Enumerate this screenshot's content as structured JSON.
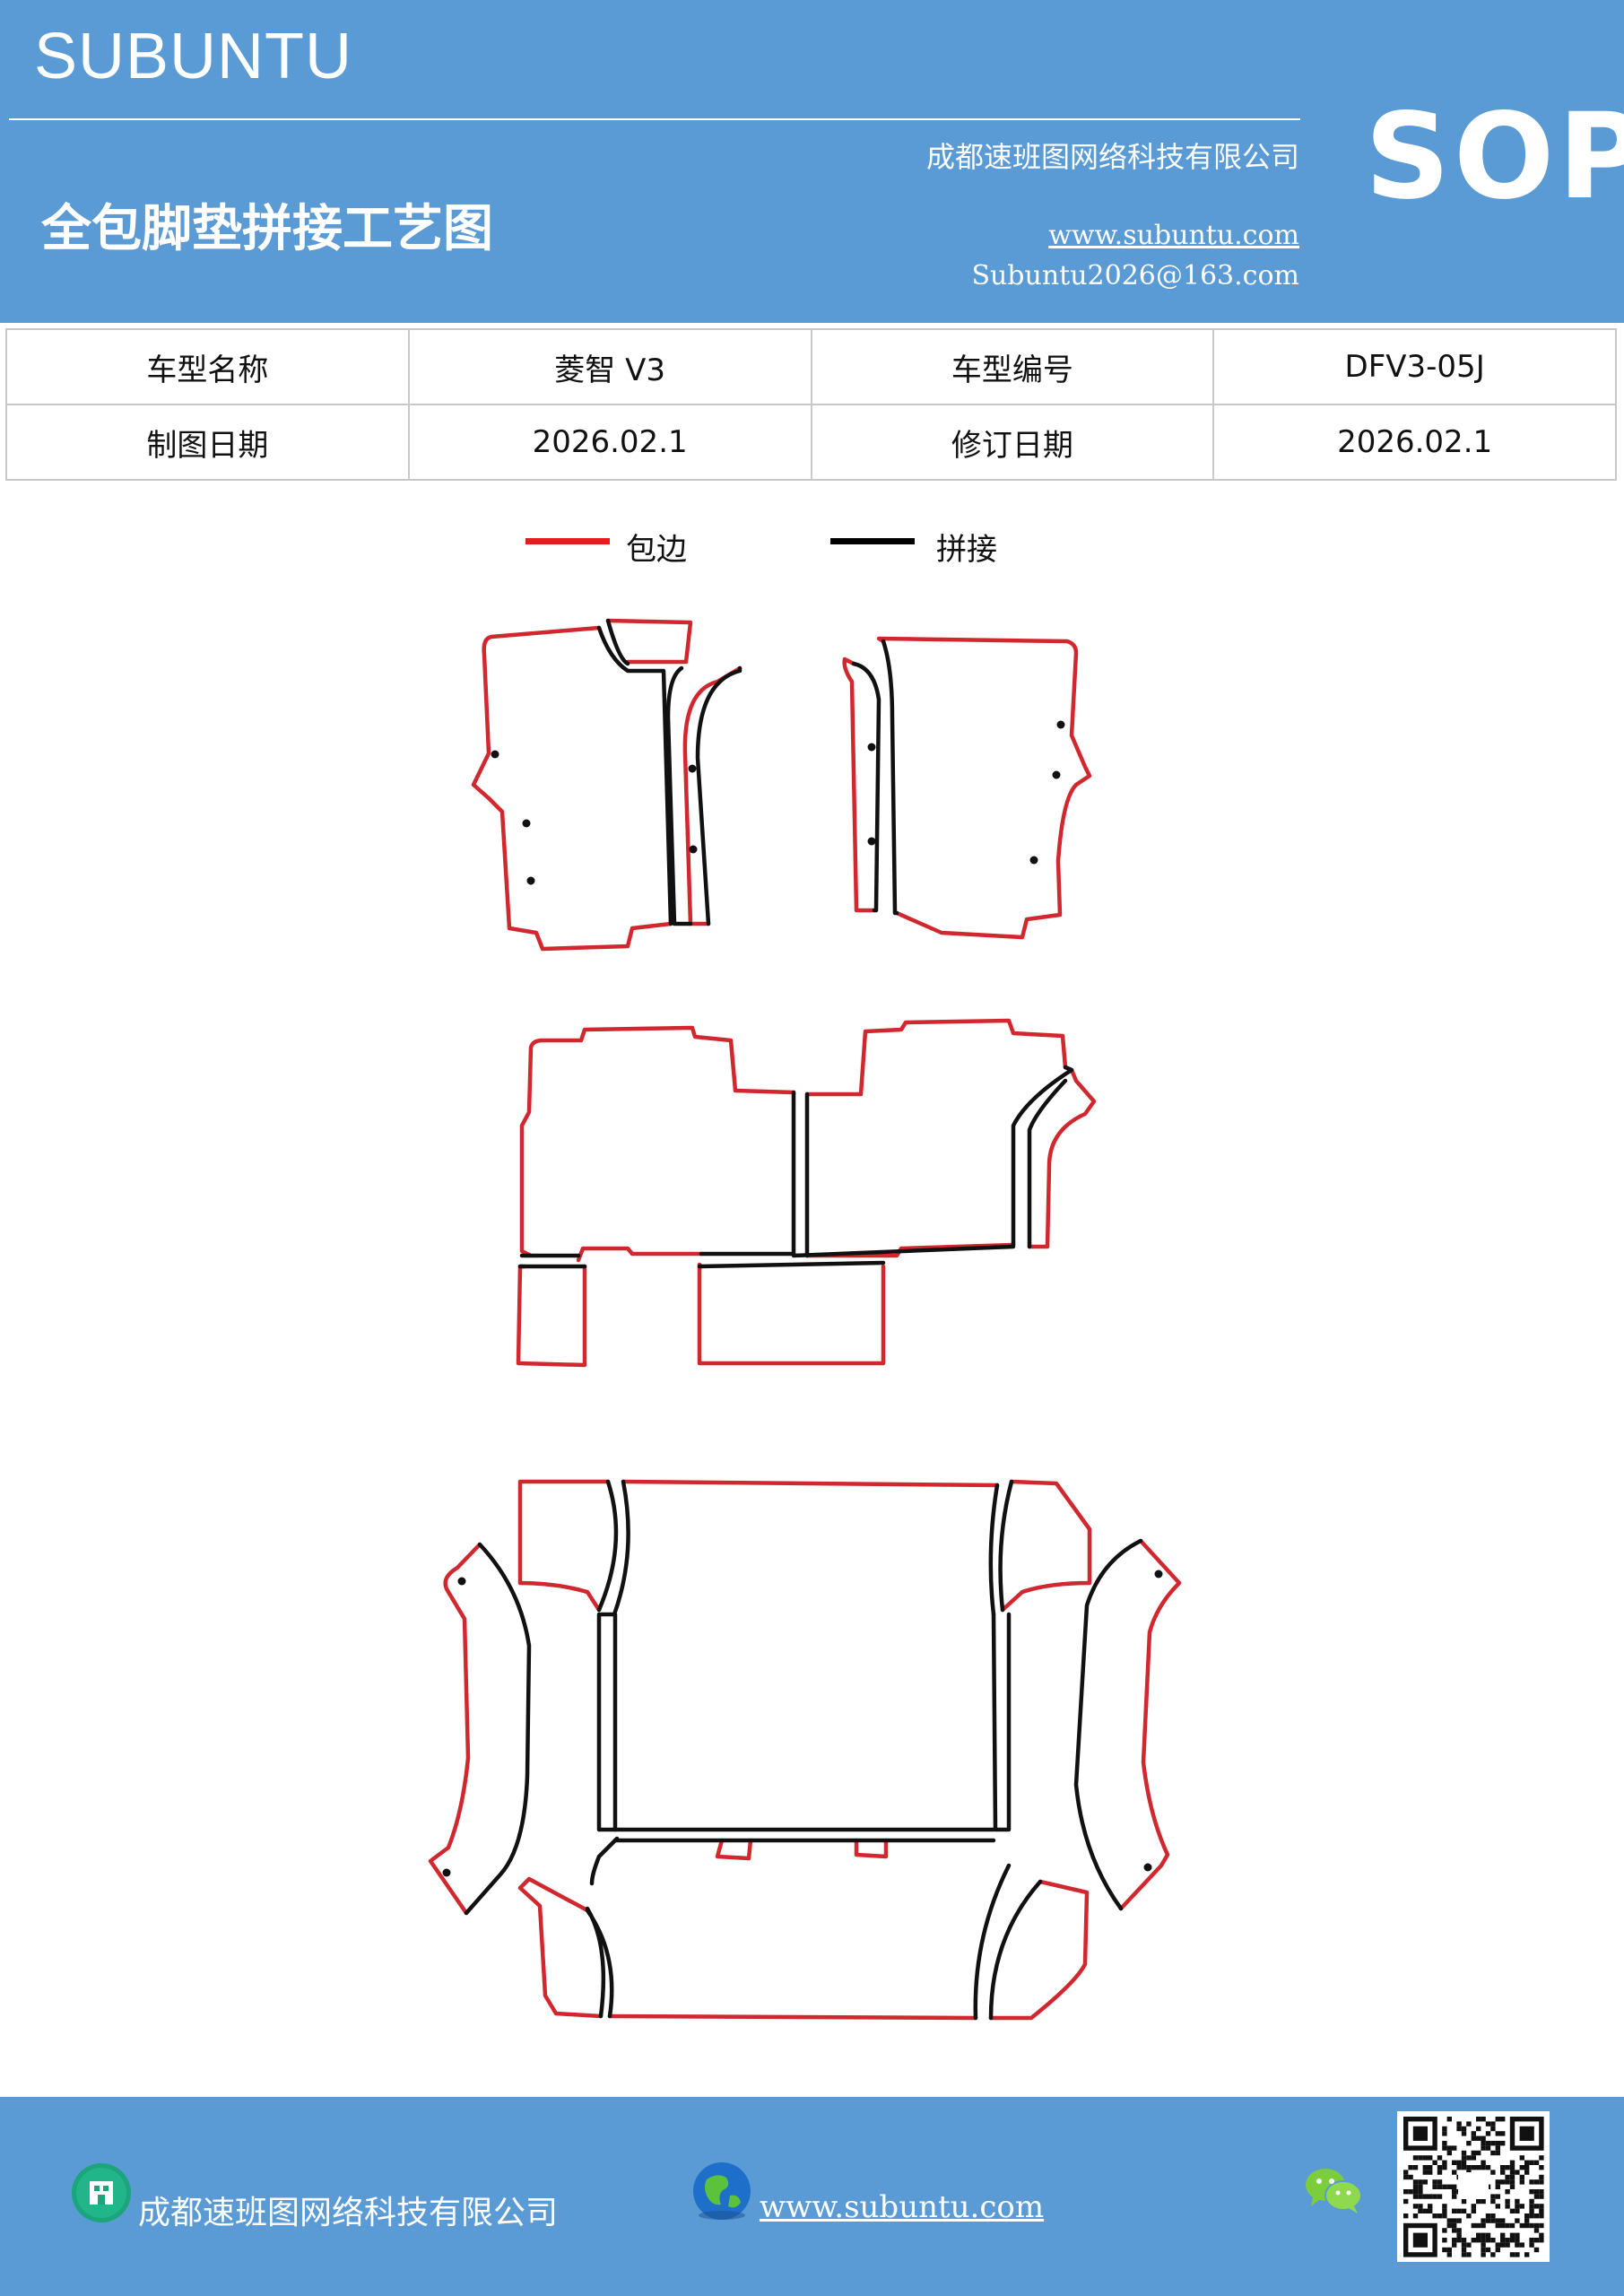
{
  "header": {
    "brand": "SUBUNTU",
    "company": "成都速班图网络科技有限公司",
    "title": "全包脚垫拼接工艺图",
    "website": "www.subuntu.com",
    "email": "Subuntu2026@163.com",
    "badge": "SOP"
  },
  "info_table": {
    "rows": [
      [
        "车型名称",
        "菱智 V3",
        "车型编号",
        "DFV3-05J"
      ],
      [
        "制图日期",
        "2026.02.1",
        "修订日期",
        "2026.02.1"
      ]
    ]
  },
  "legend": {
    "items": [
      {
        "label": "包边",
        "color": "#e02020"
      },
      {
        "label": "拼接",
        "color": "#000000"
      }
    ]
  },
  "colors": {
    "brand_blue": "#5b9bd5",
    "edge_red": "#d0282e",
    "seam_black": "#111111"
  },
  "footer": {
    "company": "成都速班图网络科技有限公司",
    "website": "www.subuntu.com"
  },
  "icons": [
    "building-icon",
    "globe-icon",
    "wechat-icon",
    "qr-code"
  ]
}
